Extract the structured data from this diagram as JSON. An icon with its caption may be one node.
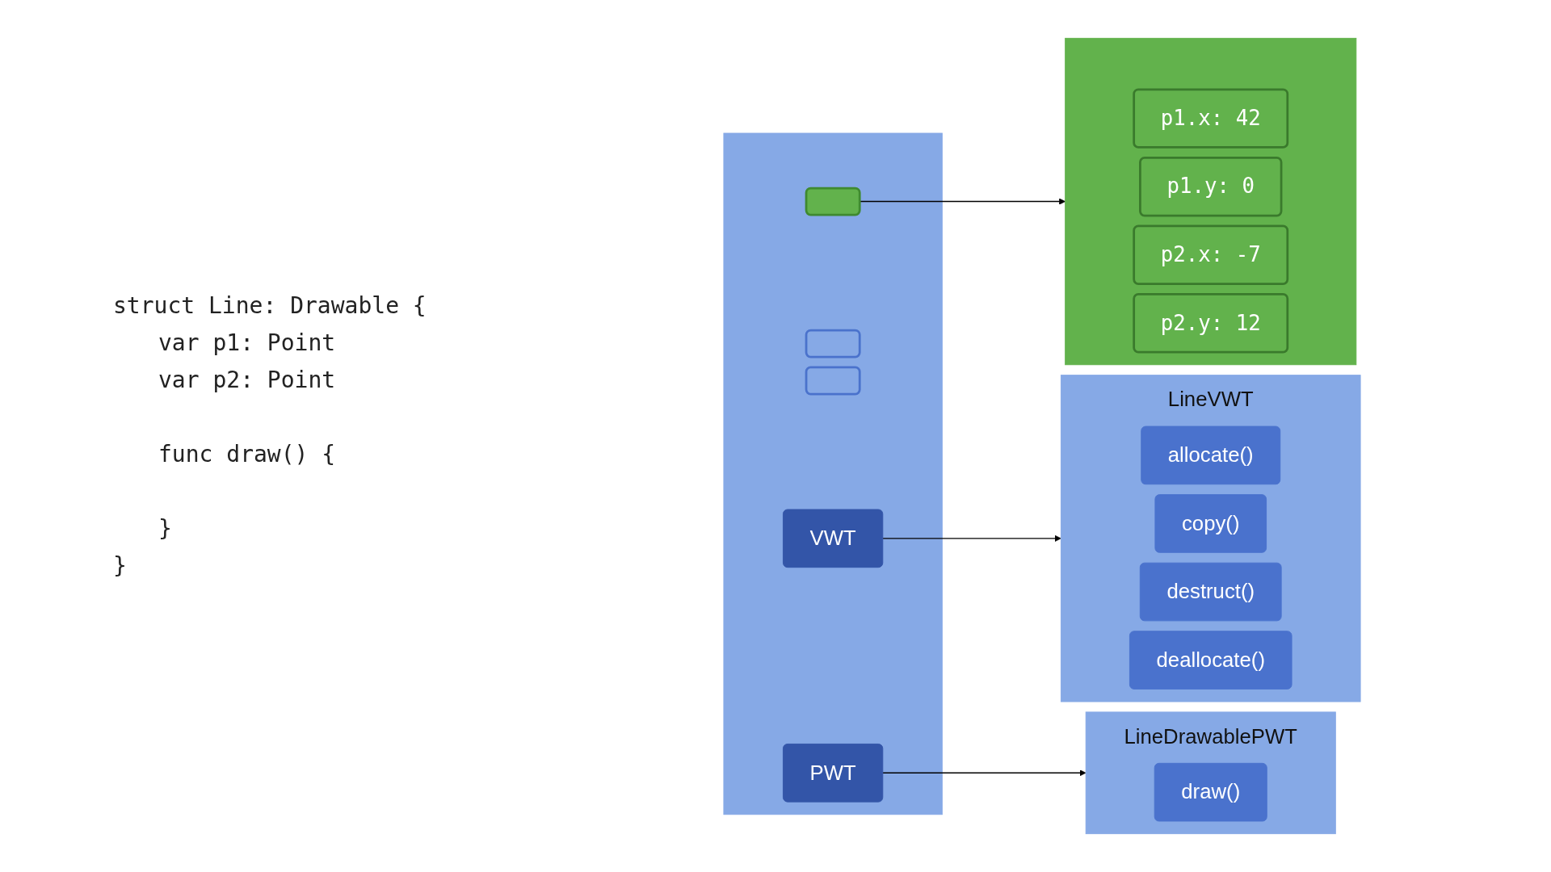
{
  "diagram": {
    "nodes": [
      {
        "text": [],
        "shape": "box"
      },
      {
        "text": [],
        "shape": "box",
        "in": 0
      },
      {
        "text": [],
        "shape": "box",
        "in": 0
      },
      {
        "text": [],
        "shape": "box",
        "in": 0
      },
      {
        "text": [
          "VWT"
        ],
        "in": 0
      },
      {
        "text": [
          "PWT"
        ],
        "in": 0
      },
      {
        "text": [],
        "shape": "box"
      },
      {
        "text": [
          "p1.x: 42"
        ],
        "in": 6
      },
      {
        "text": [
          "p1.y: 0"
        ],
        "in": 6
      },
      {
        "text": [
          "p2.x: -7"
        ],
        "in": 6
      },
      {
        "text": [
          "p2.y: 12"
        ],
        "in": 6
      },
      {
        "text": [
          "LineVWT"
        ]
      },
      {
        "text": [
          "allocate()"
        ],
        "in": 11
      },
      {
        "text": [
          "copy()"
        ],
        "in": 11
      },
      {
        "text": [
          "destruct()"
        ],
        "in": 11
      },
      {
        "text": [
          "deallocate()"
        ],
        "in": 11
      },
      {
        "text": [
          "LineDrawablePWT"
        ]
      },
      {
        "text": [
          "draw()"
        ],
        "in": 16
      }
    ],
    "edges": [
      {
        "from": 1,
        "to": 6,
        "arrow": "to"
      },
      {
        "from": 4,
        "to": 11,
        "arrow": "to"
      },
      {
        "from": 5,
        "to": 16,
        "arrow": "to"
      }
    ],
    "labels": [
      "struct Line: Drawable {",
      "var p1: Point",
      "var p2: Point",
      "func draw() {",
      "}",
      "}"
    ]
  }
}
